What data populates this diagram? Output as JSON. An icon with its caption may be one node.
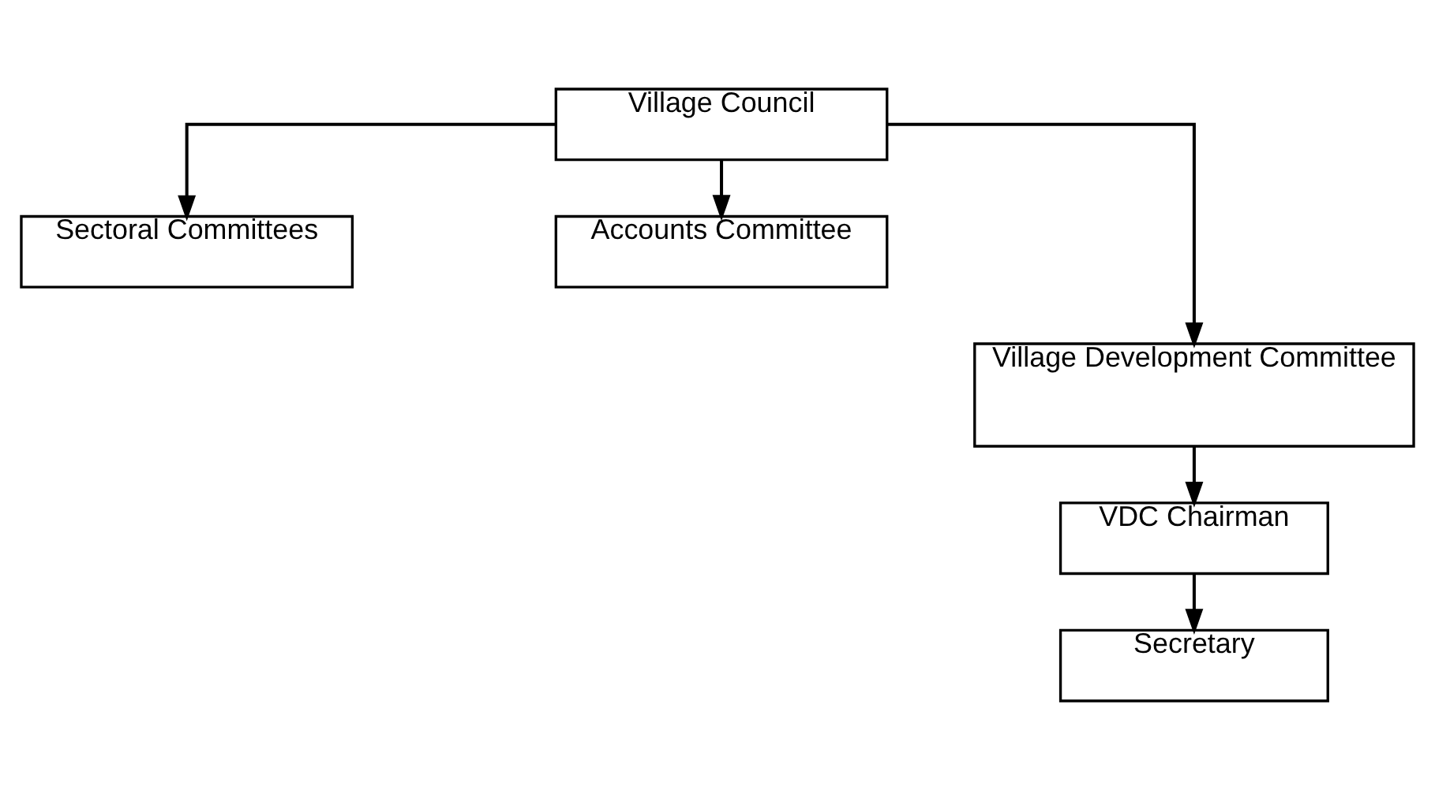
{
  "diagram": {
    "nodes": [
      {
        "text": [
          "Village Council"
        ]
      },
      {
        "text": [
          "Sectoral Committees"
        ]
      },
      {
        "text": [
          "Accounts Committee"
        ]
      },
      {
        "text": [
          "Village Development Committee"
        ]
      },
      {
        "text": [
          "VDC Chairman"
        ]
      },
      {
        "text": [
          "Secretary"
        ]
      }
    ],
    "edges": [
      {
        "from": 0,
        "to": 1,
        "arrow": "to"
      },
      {
        "from": 0,
        "to": 2,
        "arrow": "to"
      },
      {
        "from": 0,
        "to": 3,
        "arrow": "to"
      },
      {
        "from": 3,
        "to": 4,
        "arrow": "to"
      },
      {
        "from": 4,
        "to": 5,
        "arrow": "to"
      }
    ]
  }
}
